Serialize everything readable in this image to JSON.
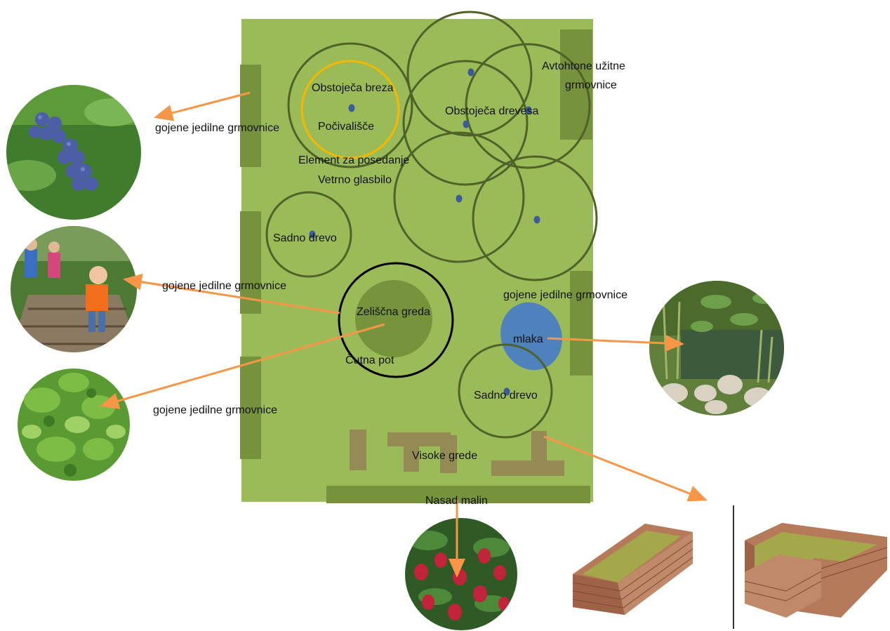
{
  "colors": {
    "lawn": "#9bbb59",
    "hedge": "#76923c",
    "canopy": "#4f6228",
    "pond": "#4f81bd",
    "birch_ring": "#f5b800",
    "arrow": "#f79646",
    "herb_bed": "#77933c",
    "raised_bed": "#948a54"
  },
  "labels": {
    "existing_birch": "Obstoječa breza",
    "rest_area": "Počivališče",
    "existing_trees": "Obstoječa drevesa",
    "native_shrubs_1": "Avtohtone  užitne",
    "native_shrubs_2": "grmovnice",
    "seating_element": "Element za posedanje",
    "wind_instrument": "Vetrno  glasbilo",
    "fruit_tree_1": "Sadno drevo",
    "fruit_tree_2": "Sadno  drevo",
    "herb_bed": "Zeliščna greda",
    "sensory_path": "Čutna pot",
    "pond": "mlaka",
    "raised_beds": "Visoke grede",
    "raspberry_plantation": "Nasad malin",
    "edible_shrubs_top_left": "gojene jedilne grmovnice",
    "edible_shrubs_mid_left": "gojene jedilne grmovnice",
    "edible_shrubs_low_left": "gojene jedilne grmovnice",
    "edible_shrubs_right": "gojene jedilne grmovnice"
  },
  "photos": [
    {
      "id": "blueberries",
      "icon": "blueberry-photo"
    },
    {
      "id": "children-on-path",
      "icon": "sensory-path-photo"
    },
    {
      "id": "herbs",
      "icon": "herbs-photo"
    },
    {
      "id": "pond",
      "icon": "pond-photo"
    },
    {
      "id": "raspberries",
      "icon": "raspberry-photo"
    },
    {
      "id": "raised-bed-rectangular",
      "icon": "raised-bed-photo"
    },
    {
      "id": "raised-bed-l-shaped",
      "icon": "raised-bed-photo"
    }
  ]
}
